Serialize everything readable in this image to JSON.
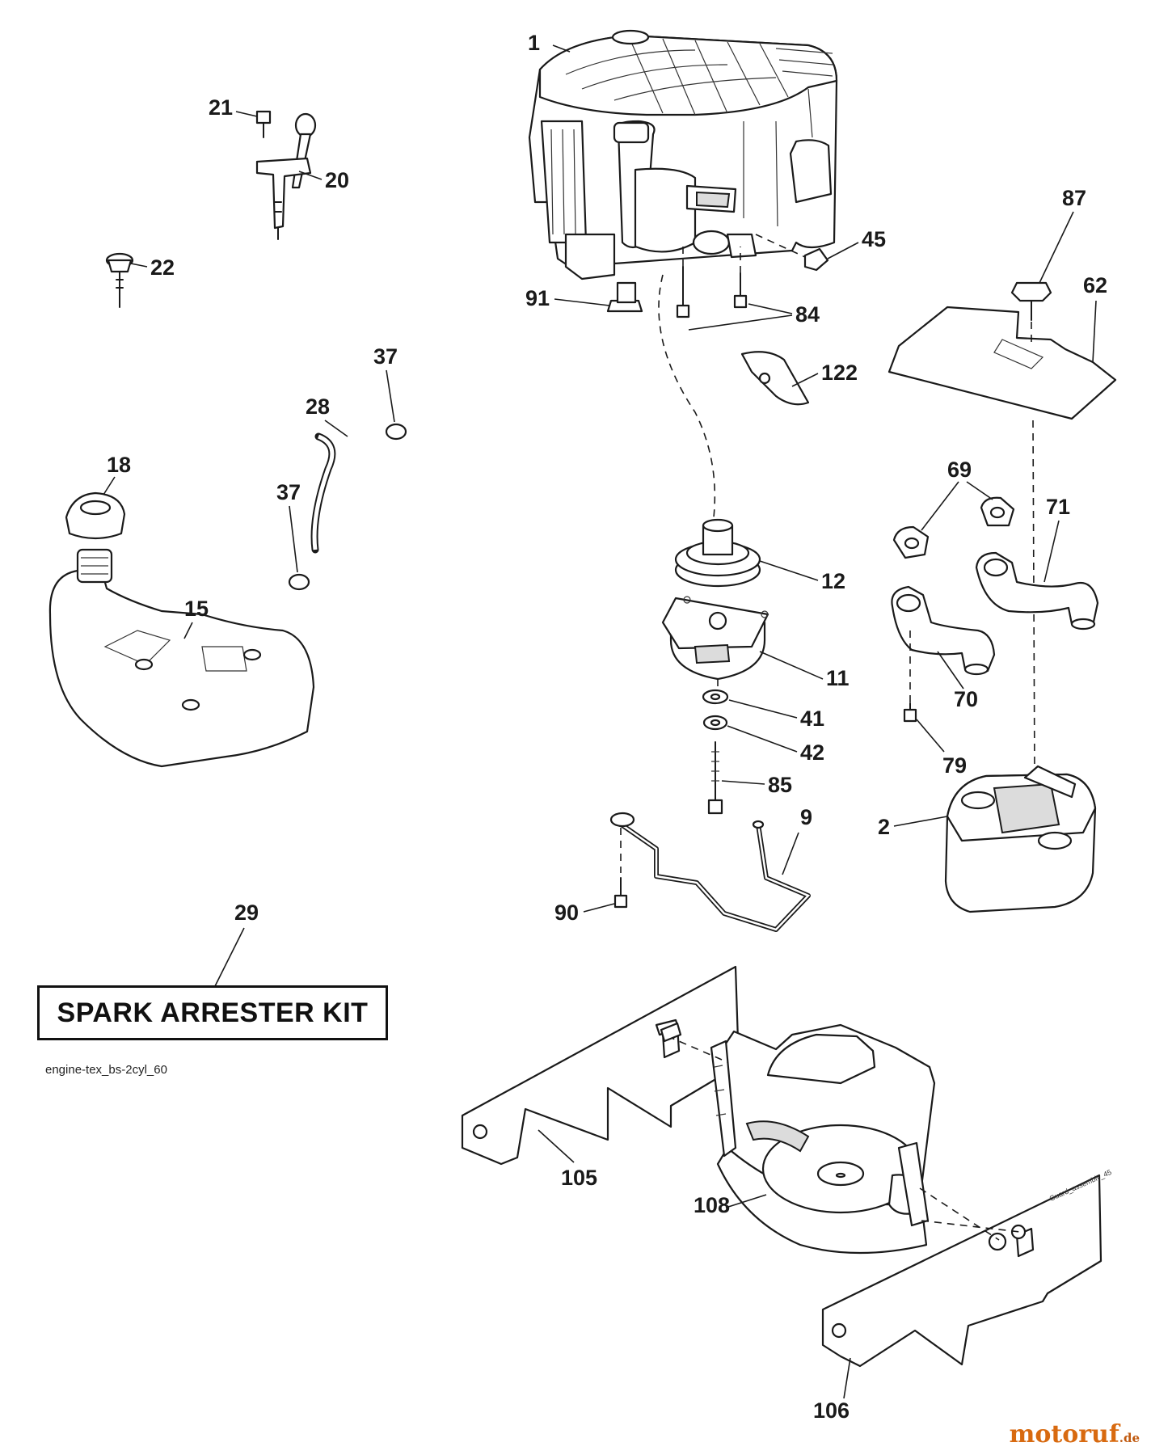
{
  "diagram": {
    "drawing_code": "engine-tex_bs-2cyl_60",
    "callouts": {
      "engine": "1",
      "muffler": "2",
      "bracket_rod": "9",
      "pto_clutch": "11",
      "pulley": "12",
      "fuel_tank": "15",
      "fuel_cap": "18",
      "dipstick": "20",
      "screw_21": "21",
      "drain_plug": "22",
      "fuel_hose": "28",
      "spark_arrester": "29",
      "clamp_upper": "37",
      "clamp_lower": "37",
      "washer_41": "41",
      "washer_42": "42",
      "nut_45": "45",
      "heat_shield": "62",
      "gasket": "69",
      "exhaust_pipe_left": "70",
      "exhaust_pipe_right": "71",
      "bolt_79": "79",
      "bolts_84": "84",
      "bolt_85": "85",
      "knob_87": "87",
      "bolt_90": "90",
      "spacer_91": "91",
      "side_plate_left": "105",
      "side_plate_right": "106",
      "guard": "108",
      "deflector": "122"
    },
    "spark_arrester_kit_label": "SPARK ARRESTER KIT",
    "guard_stamp": "Guard_assembly_45",
    "watermark": {
      "brand": "motoruf",
      "tld": ".de",
      "color": "#d86a10"
    }
  }
}
